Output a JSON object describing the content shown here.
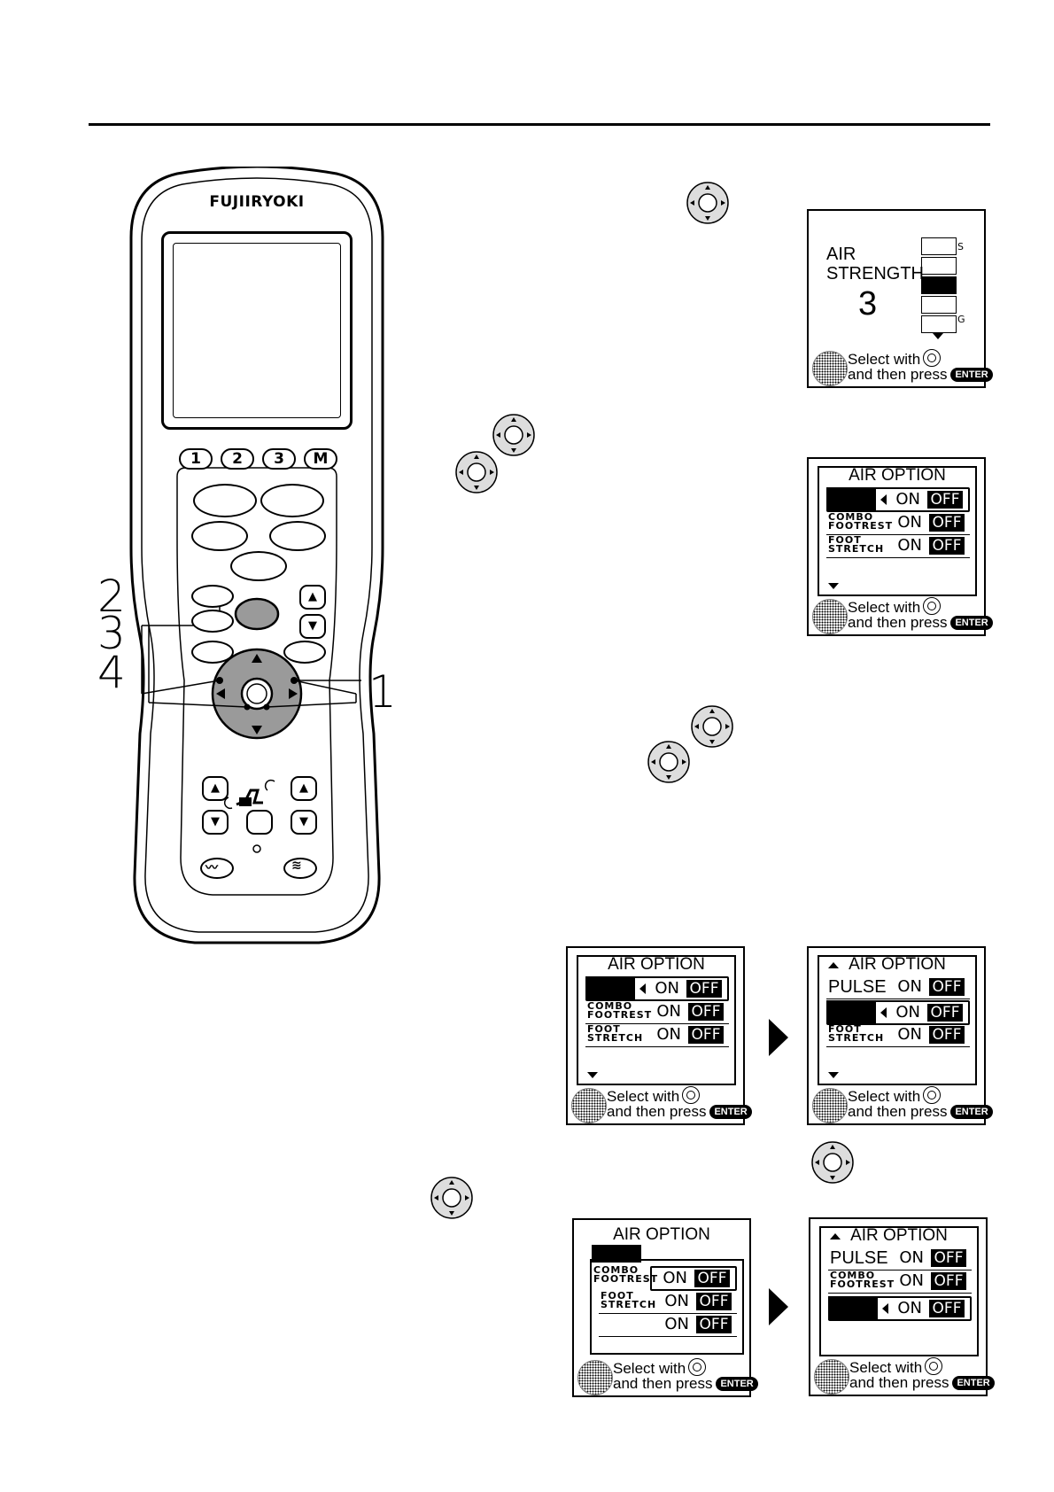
{
  "remote": {
    "brand": "FUJIIRYOKI",
    "memory_keys": [
      "1",
      "2",
      "3",
      "M"
    ],
    "callouts": [
      "2",
      "3",
      "4",
      "1"
    ]
  },
  "panel_air_strength": {
    "line1": "AIR",
    "line2": "STRENGTH",
    "value": "3",
    "scale_top": "S",
    "scale_bottom": "G",
    "footer_line1": "Select with",
    "footer_line2": "and then press",
    "enter": "ENTER"
  },
  "panel_air_option_1": {
    "title": "AIR OPTION",
    "rows": [
      {
        "label": "",
        "on": "ON",
        "off": "OFF"
      },
      {
        "label": "COMBO\nFOOTREST",
        "on": "ON",
        "off": "OFF"
      },
      {
        "label": "FOOT\nSTRETCH",
        "on": "ON",
        "off": "OFF"
      }
    ],
    "footer_line1": "Select with",
    "footer_line2": "and then press",
    "enter": "ENTER"
  },
  "panel_air_option_2": {
    "title": "AIR OPTION",
    "rows": [
      {
        "label": "",
        "on": "ON",
        "off": "OFF"
      },
      {
        "label": "COMBO\nFOOTREST",
        "on": "ON",
        "off": "OFF"
      },
      {
        "label": "FOOT\nSTRETCH",
        "on": "ON",
        "off": "OFF"
      }
    ],
    "footer_line1": "Select with",
    "footer_line2": "and then press",
    "enter": "ENTER"
  },
  "panel_air_option_3": {
    "title": "AIR OPTION",
    "rows": [
      {
        "label": "PULSE",
        "on": "ON",
        "off": "OFF"
      },
      {
        "label": "",
        "on": "ON",
        "off": "OFF"
      },
      {
        "label": "FOOT\nSTRETCH",
        "on": "ON",
        "off": "OFF"
      }
    ],
    "footer_line1": "Select with",
    "footer_line2": "and then press",
    "enter": "ENTER"
  },
  "panel_air_option_4": {
    "title": "AIR OPTION",
    "rows": [
      {
        "label": "COMBO\nFOOTREST",
        "on": "ON",
        "off": "OFF"
      },
      {
        "label": "FOOT\nSTRETCH",
        "on": "ON",
        "off": "OFF"
      },
      {
        "label": "",
        "on": "ON",
        "off": "OFF"
      }
    ],
    "footer_line1": "Select with",
    "footer_line2": "and then press",
    "enter": "ENTER"
  },
  "panel_air_option_5": {
    "title": "AIR OPTION",
    "rows": [
      {
        "label": "PULSE",
        "on": "ON",
        "off": "OFF"
      },
      {
        "label": "COMBO\nFOOTREST",
        "on": "ON",
        "off": "OFF"
      },
      {
        "label": "",
        "on": "ON",
        "off": "OFF"
      }
    ],
    "footer_line1": "Select with",
    "footer_line2": "and then press",
    "enter": "ENTER"
  }
}
